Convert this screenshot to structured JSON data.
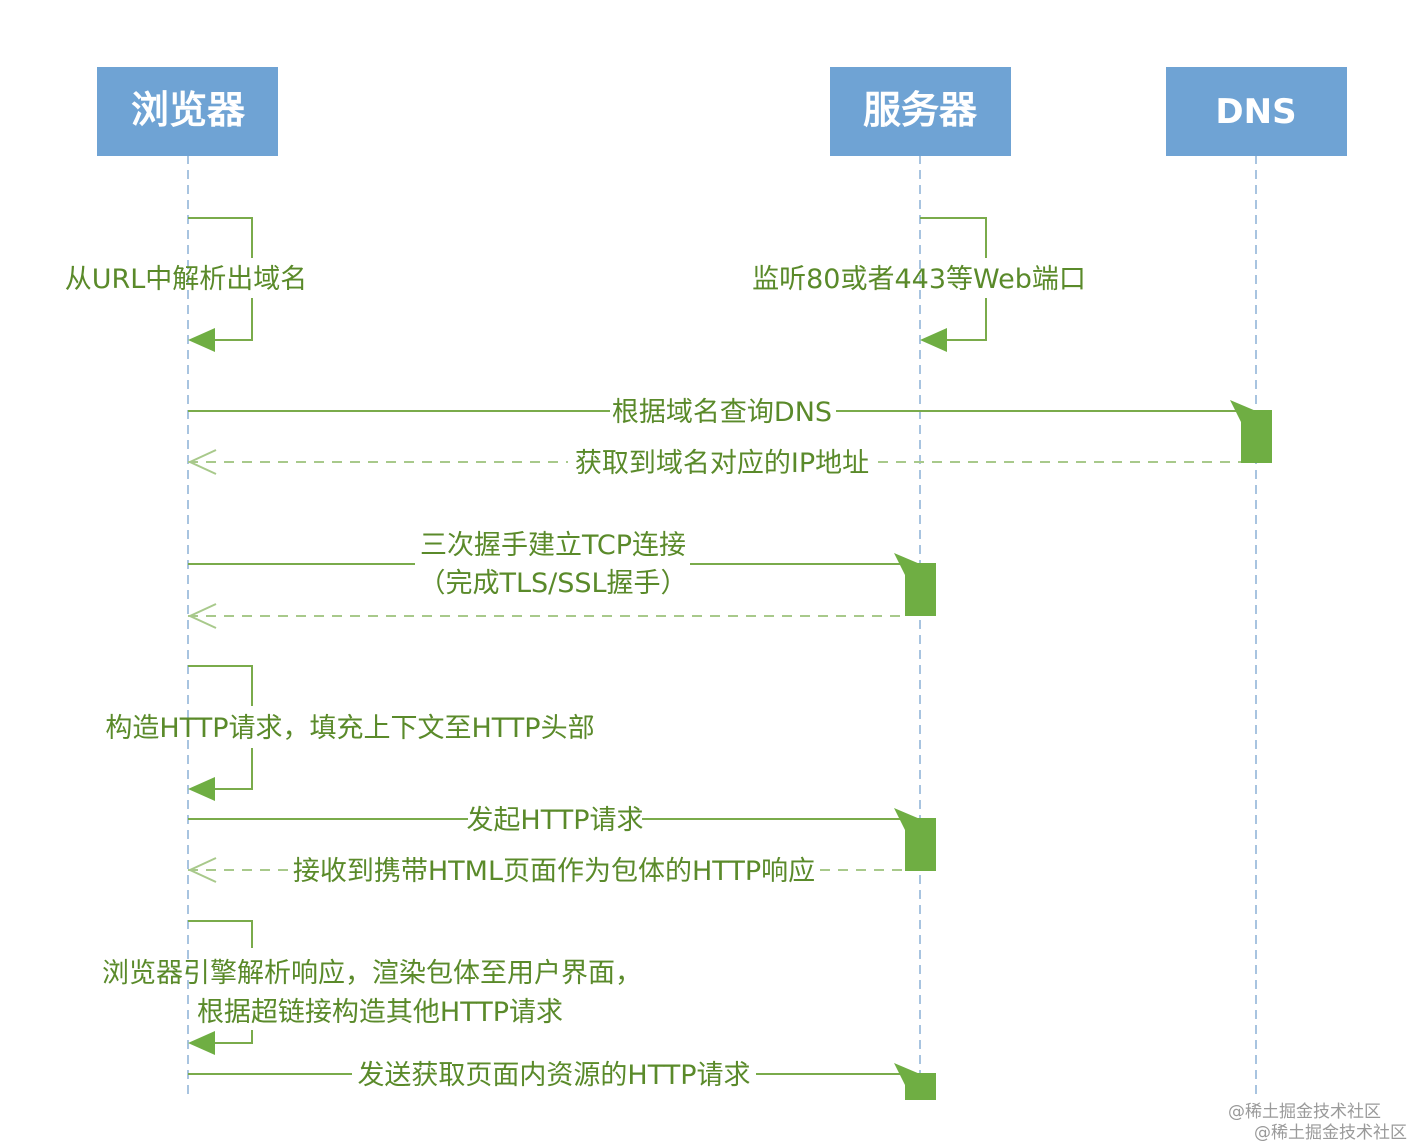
{
  "participants": {
    "browser": "浏览器",
    "server": "服务器",
    "dns": "DNS"
  },
  "messages": {
    "parse_url": "从URL中解析出域名",
    "listen": "监听80或者443等Web端口",
    "query_dns": "根据域名查询DNS",
    "dns_reply": "获取到域名对应的IP地址",
    "handshake_line1": "三次握手建立TCP连接",
    "handshake_line2": "（完成TLS/SSL握手）",
    "build_request": "构造HTTP请求，填充上下文至HTTP头部",
    "send_request": "发起HTTP请求",
    "receive_response": "接收到携带HTML页面作为包体的HTTP响应",
    "render_line1": "浏览器引擎解析响应，渲染包体至用户界面，",
    "render_line2": "根据超链接构造其他HTTP请求",
    "fetch_resources": "发送获取页面内资源的HTTP请求"
  },
  "watermark": {
    "line1": "@稀土掘金技术社区",
    "line2": "@稀土掘金技术社区"
  },
  "colors": {
    "header_fill": "#6fa3d4",
    "arrow": "#7aab4b",
    "label": "#5a8a2a",
    "lifeline": "#a8c4e0",
    "activation": "#6fae43"
  }
}
